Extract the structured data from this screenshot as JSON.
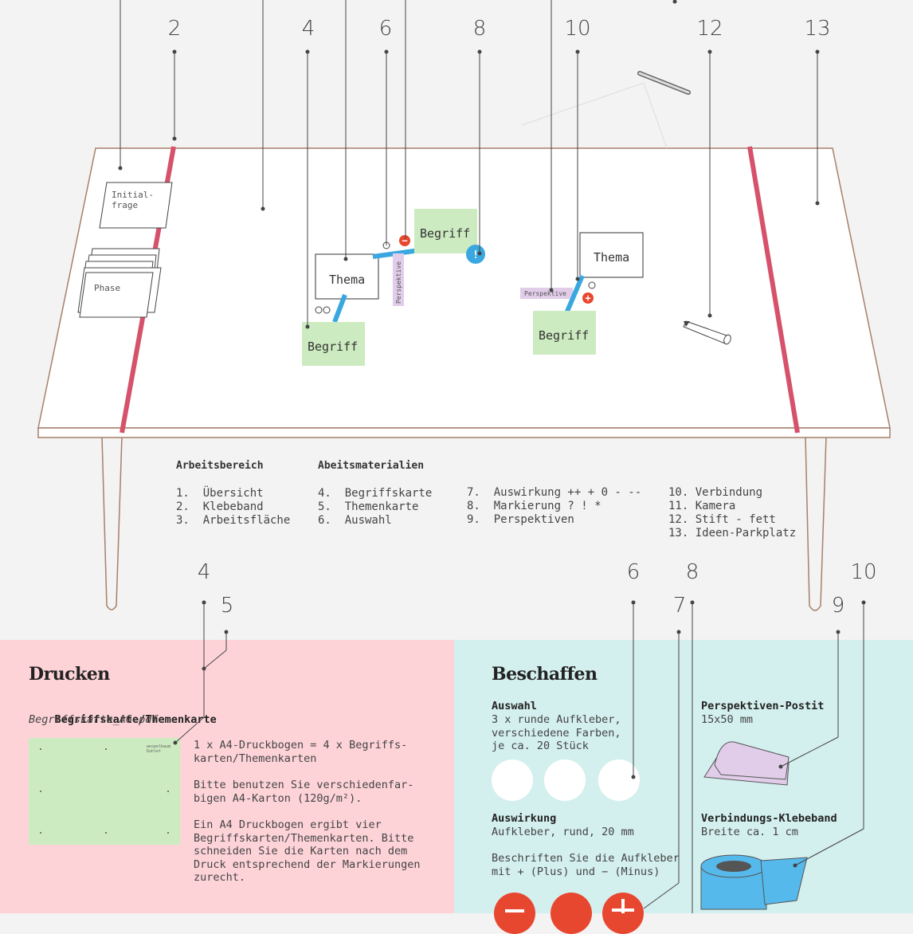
{
  "callouts": {
    "top": [
      "2",
      "4",
      "6",
      "8",
      "10",
      "12",
      "13"
    ],
    "bottom": [
      "4",
      "5",
      "6",
      "7",
      "8",
      "9",
      "10"
    ]
  },
  "table": {
    "initial_card": [
      "Initial-",
      "frage"
    ],
    "phase_card": "Phase",
    "thema_label": "Thema",
    "begriff_label": "Begriff",
    "perspektive_label": "Perspektive",
    "marker_minus": "−",
    "marker_plus": "+",
    "marker_bang": "!"
  },
  "legend": {
    "col1": {
      "heading": "Arbeitsbereich",
      "items": [
        "1.  Übersicht",
        "2.  Klebeband",
        "3.  Arbeitsfläche"
      ]
    },
    "col2": {
      "heading": "Abeitsmaterialien",
      "items": [
        "4.  Begriffskarte",
        "5.  Themenkarte",
        "6.  Auswahl"
      ]
    },
    "col3": {
      "items": [
        "7.  Auswirkung ++ + 0 - --",
        "8.  Markierung ? ! *",
        "9.  Perspektiven"
      ]
    },
    "col4": {
      "items": [
        "10. Verbindung",
        "11. Kamera",
        "12. Stift - fett",
        "13. Ideen-Parkplatz"
      ]
    }
  },
  "print": {
    "title": "Drucken",
    "file_heading": "Begriffskarte/Themenkarte",
    "file_name": "Begriffskarte_A6.pdf",
    "sheet_logo": "wespelbaum\nDuhlet",
    "para1": "1 x A4-Druckbogen = 4 x Begriffs-\nkarten/Themenkarten",
    "para2": "Bitte benutzen Sie verschiedenfar-\nbigen A4-Karton (120g/m²).",
    "para3": "Ein A4 Druckbogen ergibt vier\nBegriffskarten/Themenkarten. Bitte\nschneiden Sie die Karten nach dem\nDruck entsprechend der Markierungen\nzurecht."
  },
  "buy": {
    "title": "Beschaffen",
    "auswahl_heading": "Auswahl",
    "auswahl_text": "3 x runde Aufkleber,\nverschiedene Farben,\nje ca. 20 Stück",
    "auswirkung_heading": "Auswirkung",
    "auswirkung_text": "Aufkleber, rund, 20 mm",
    "auswirkung_note": "Beschriften Sie die Aufkleber\nmit + (Plus) und − (Minus)",
    "perspektiven_heading": "Perspektiven-Postit",
    "perspektiven_text": "15x50 mm",
    "verbindung_heading": "Verbindungs-Klebeband",
    "verbindung_text": "Breite ca. 1 cm"
  },
  "colors": {
    "background": "#f2f3f2",
    "table_edge": "#a87f6a",
    "tape_red": "#d5526a",
    "card_green": "#cdebc0",
    "connector_blue": "#3aa7e0",
    "marker_red": "#e8472f",
    "perspektive_purple": "#e1cde9",
    "print_panel": "#fdd3d8",
    "buy_panel": "#d3efee"
  }
}
